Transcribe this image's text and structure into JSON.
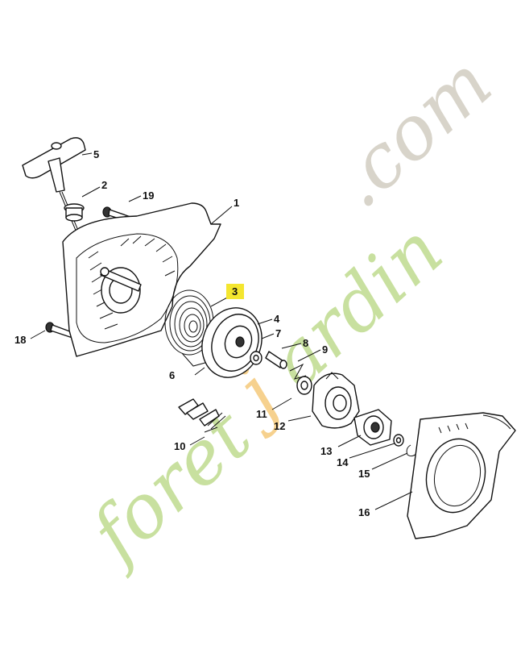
{
  "watermark": {
    "left": "foret",
    "mid": "j",
    "right": "ardin",
    "suffix": ".com",
    "colors": {
      "green": "#c6df9a",
      "orange": "#f6cf88",
      "grey": "#d6d2c8"
    }
  },
  "highlight_color": "#f4e62f",
  "callouts": [
    {
      "id": "1",
      "label": "1"
    },
    {
      "id": "2",
      "label": "2"
    },
    {
      "id": "3",
      "label": "3"
    },
    {
      "id": "4",
      "label": "4"
    },
    {
      "id": "5",
      "label": "5"
    },
    {
      "id": "6",
      "label": "6"
    },
    {
      "id": "7",
      "label": "7"
    },
    {
      "id": "8",
      "label": "8"
    },
    {
      "id": "9",
      "label": "9"
    },
    {
      "id": "10",
      "label": "10"
    },
    {
      "id": "11",
      "label": "11"
    },
    {
      "id": "12",
      "label": "12"
    },
    {
      "id": "13",
      "label": "13"
    },
    {
      "id": "14",
      "label": "14"
    },
    {
      "id": "15",
      "label": "15"
    },
    {
      "id": "16",
      "label": "16"
    },
    {
      "id": "18",
      "label": "18"
    },
    {
      "id": "19",
      "label": "19"
    }
  ]
}
